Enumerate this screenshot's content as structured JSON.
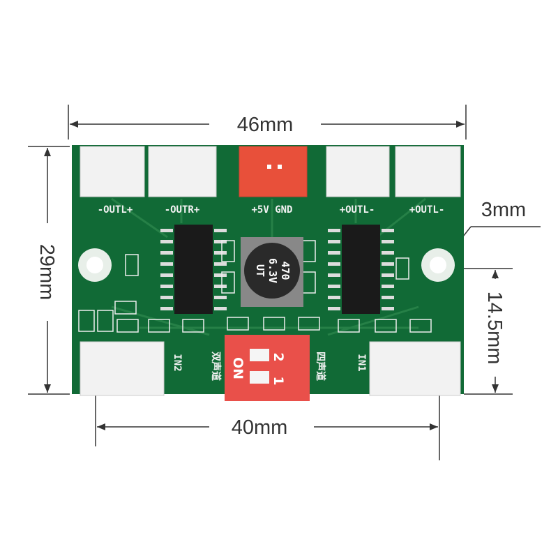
{
  "dimensions": {
    "width_total": "46mm",
    "height_total": "29mm",
    "hole_spacing": "40mm",
    "hole_diameter": "3mm",
    "hole_height": "14.5mm"
  },
  "board": {
    "top_labels": [
      "-OUTL+",
      "-OUTR+",
      "+5V GND",
      "+OUTL-",
      "+OUTL-"
    ],
    "capacitor_lines": [
      "470",
      "6.3V",
      "UT"
    ],
    "input_left": "IN2",
    "input_right": "IN1",
    "switch_on": "ON",
    "switch_num1": "1",
    "switch_num2": "2",
    "mode_left": "双声道",
    "mode_right": "四声道"
  },
  "colors": {
    "pcb": "#116a36",
    "power_connector": "#e8503a",
    "dip_switch": "#e9504a"
  }
}
